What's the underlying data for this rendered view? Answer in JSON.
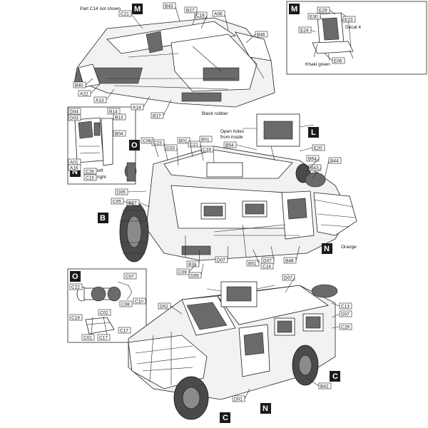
{
  "notes": {
    "c14": "Part C14 not shown",
    "decal": "Decal 4",
    "khaki": "Khaki green",
    "black_rubber": "Black rubber",
    "open_holes_1": "Open holes",
    "open_holes_2": "from inside",
    "left": "left",
    "right": "right",
    "orange": "Orange"
  },
  "sections": {
    "m_top": "M",
    "m_inset": "M",
    "n_inset": "N",
    "o_main": "O",
    "l_main": "L",
    "b_main": "B",
    "n_main": "N",
    "o_inset": "O",
    "c_right": "C",
    "n_bottom": "N",
    "c_bottom": "C"
  },
  "part_labels": {
    "B43": "B43",
    "B27": "B27",
    "C16": "C16",
    "A06": "A06",
    "C21a": "C21",
    "B46": "B46",
    "B40": "B40",
    "A22": "A22",
    "A13": "A13",
    "A14": "A14",
    "B17": "B17",
    "E29": "E29",
    "E30": "E30",
    "E23": "E23",
    "E24": "E24",
    "E06": "E06",
    "D04": "D04",
    "D03": "D03",
    "B14": "B14",
    "B13": "B13",
    "B04": "B04",
    "A01": "A01",
    "A16": "A16",
    "C26": "C26",
    "C15": "C15",
    "C06": "C06",
    "C23": "C23",
    "C03": "C03",
    "B01a": "B01",
    "C21b": "C21",
    "C18": "C18",
    "B01b": "B01",
    "B54": "B54",
    "E20": "E20",
    "B64": "B64",
    "B43b": "B43",
    "B44": "B44",
    "D05a": "D05",
    "C05": "C05",
    "B67": "B67",
    "D07a": "D07",
    "B51": "B51",
    "C14": "C14",
    "D07b": "D07",
    "B48": "B48",
    "B31": "B31",
    "C09": "C09",
    "D05b": "D05",
    "C07": "C07",
    "C22": "C22",
    "C08": "C08",
    "C10": "C10",
    "C02": "C02",
    "C19": "C19",
    "C17a": "C17",
    "C01": "C01",
    "C17b": "C17",
    "D07c": "D07",
    "D02": "D02",
    "C13": "C13",
    "D07d": "D07",
    "C29": "C29",
    "B42": "B42",
    "D01": "D01"
  }
}
